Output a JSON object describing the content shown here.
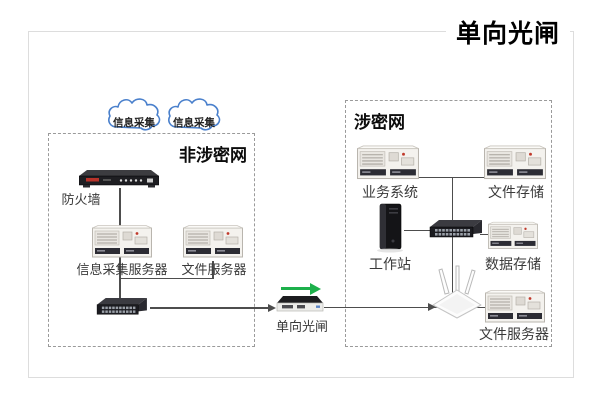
{
  "title": "单向光闸",
  "clouds": [
    {
      "label": "信息采集"
    },
    {
      "label": "信息采集"
    }
  ],
  "zones": {
    "left": {
      "label": "非涉密网",
      "firewall_label": "防火墙",
      "collect_server_label": "信息采集服务器",
      "file_server_label": "文件服务器"
    },
    "right": {
      "label": "涉密网",
      "business_label": "业务系统",
      "file_storage_label": "文件存储",
      "workstation_label": "工作站",
      "data_storage_label": "数据存储",
      "file_server_label": "文件服务器"
    }
  },
  "gate": {
    "label": "单向光闸"
  },
  "colors": {
    "flow_arrow_green": "#1db04b",
    "cloud_outline_blue": "#4a80cc",
    "connector_line": "#4d4d4d",
    "dashed_zone_border": "#9a9a9a"
  }
}
